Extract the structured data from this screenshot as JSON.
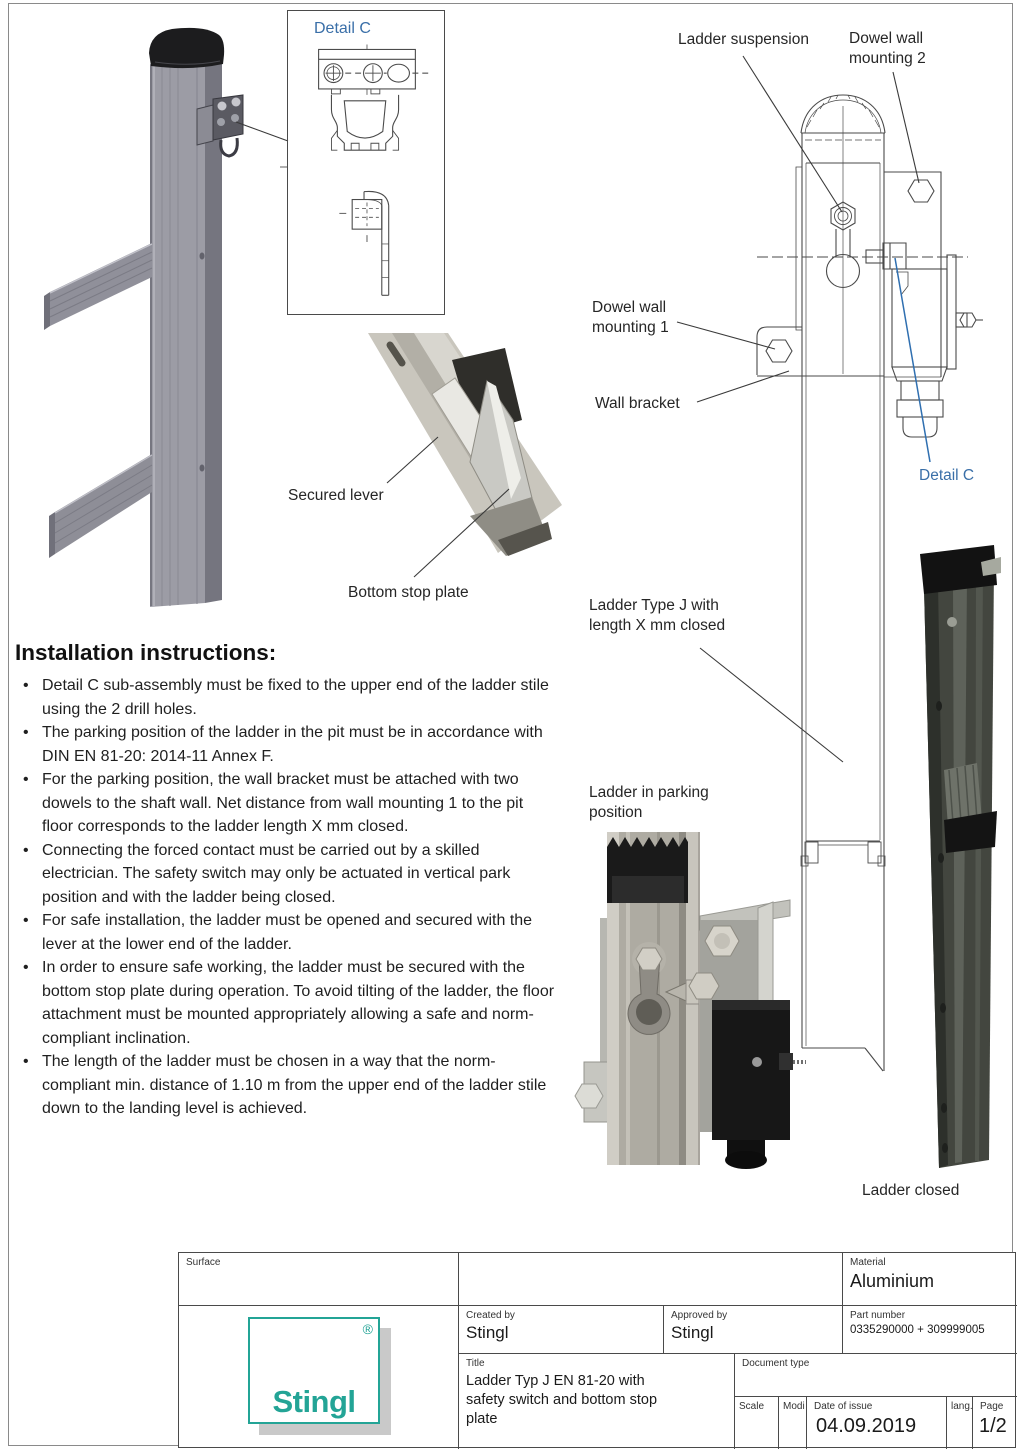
{
  "colors": {
    "detail_c_blue": "#3a6fa8",
    "logo_teal": "#23a496",
    "drawing_line": "#4a4a4a"
  },
  "callouts": {
    "ladder_suspension": "Ladder suspension",
    "dowel_wall_mounting_2": "Dowel wall\nmounting 2",
    "dowel_wall_mounting_1": "Dowel wall\nmounting 1",
    "wall_bracket": "Wall bracket",
    "detail_c_ref": "Detail C",
    "detail_c_title": "Detail C",
    "ladder_type": "Ladder Type J with\nlength X mm closed",
    "ladder_parking": "Ladder in parking\nposition",
    "ladder_closed": "Ladder closed",
    "secured_lever": "Secured lever",
    "bottom_stop_plate": "Bottom stop plate"
  },
  "instructions": {
    "heading": "Installation instructions:",
    "bullets": [
      "Detail C sub-assembly must be fixed to the upper end of the ladder stile using the 2 drill holes.",
      "The parking position of the ladder in the pit must be in accordance with DIN EN 81-20: 2014-11 Annex F.",
      "For the parking position, the wall bracket must be attached with two dowels to the shaft wall. Net distance from wall mounting 1 to the pit floor corresponds to the ladder length X mm closed.",
      "Connecting the forced contact must be carried out by a skilled electrician. The safety switch may only be actuated in vertical park position and with the ladder being closed.",
      "For safe installation, the ladder must be opened and secured with the lever at the lower end of the ladder.",
      "In order to ensure safe working, the ladder must be secured with the bottom stop plate during operation. To avoid tilting of the ladder, the floor attachment must be mounted appropriately allowing a safe and norm-compliant inclination.",
      "The length of the ladder must be chosen in a way that the norm-compliant min. distance of 1.10 m from the upper end of the ladder stile down to the landing level is achieved."
    ]
  },
  "title_block": {
    "surface_label": "Surface",
    "material_label": "Material",
    "material_value": "Aluminium",
    "created_by_label": "Created by",
    "created_by_value": "Stingl",
    "approved_by_label": "Approved by",
    "approved_by_value": "Stingl",
    "part_number_label": "Part number",
    "part_number_value": "0335290000 + 309999005",
    "title_label": "Title",
    "title_value": "Ladder Typ J EN 81-20 with\nsafety switch and bottom stop\nplate",
    "document_type_label": "Document type",
    "scale_label": "Scale",
    "modi_label": "Modi",
    "date_of_issue_label": "Date of issue",
    "date_of_issue_value": "04.09.2019",
    "lang_label": "lang.",
    "page_label": "Page",
    "page_value": "1/2",
    "logo_text": "Stingl",
    "registered_mark": "®"
  }
}
